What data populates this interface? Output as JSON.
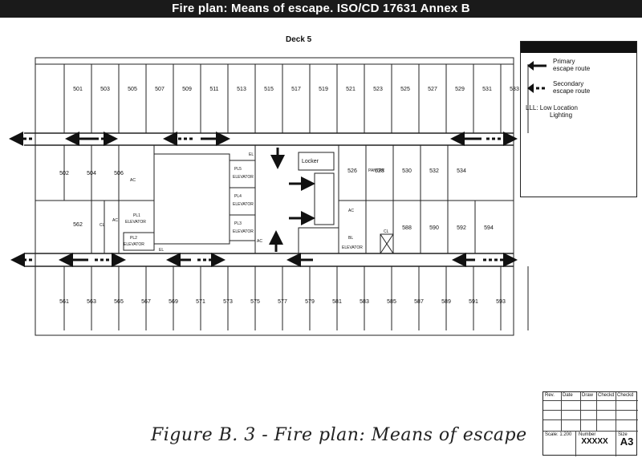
{
  "header": {
    "title": "Fire plan:  Means of escape.  ISO/CD 17631 Annex B"
  },
  "deck": {
    "label": "Deck 5"
  },
  "rooms": {
    "top_row": [
      "501",
      "503",
      "505",
      "507",
      "509",
      "511",
      "513",
      "515",
      "517",
      "519",
      "521",
      "523",
      "525",
      "527",
      "529",
      "531",
      "533"
    ],
    "upper_mid_left": [
      "502",
      "504",
      "506"
    ],
    "upper_mid_right": [
      "526",
      "528",
      "530",
      "532",
      "534"
    ],
    "lower_mid_left": [
      "562"
    ],
    "lower_mid_right": [
      "588",
      "590",
      "592",
      "594"
    ],
    "bottom_row": [
      "561",
      "563",
      "565",
      "567",
      "569",
      "571",
      "573",
      "575",
      "577",
      "579",
      "581",
      "583",
      "585",
      "587",
      "589",
      "591",
      "593"
    ]
  },
  "labels": {
    "locker": "Locker",
    "pantry": "PANTRY",
    "el": "EL",
    "ac": "AC",
    "pl5": "PL5",
    "pl4": "PL4",
    "pl3": "PL3",
    "pl2": "PL2",
    "pl1": "PL1",
    "elevator": "ELEVATOR",
    "cl": "CL",
    "bl": "BL"
  },
  "legend": {
    "primary_title": "Primary",
    "primary_sub": "escape route",
    "secondary_title": "Secondary",
    "secondary_sub": "escape route",
    "lll_title": "LLL: Low  Location",
    "lll_sub": "Lighting"
  },
  "title_block": {
    "rev": "Rev.",
    "date": "Date",
    "drawn": "Draw",
    "checked": "Checkd",
    "checked2": "Checkd",
    "scale": "Scale: 1:200",
    "number_label": "Number",
    "number": "XXXXX",
    "size_label": "Size",
    "size": "A3"
  },
  "caption": "Figure B. 3 - Fire plan: Means of escape"
}
